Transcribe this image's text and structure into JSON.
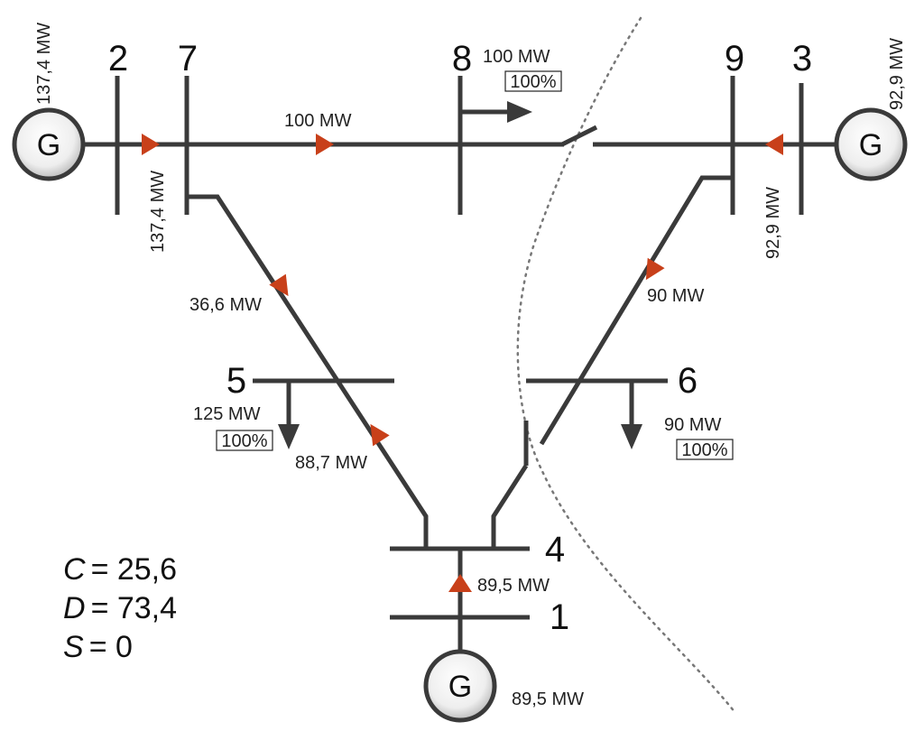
{
  "buses": {
    "b1": "1",
    "b2": "2",
    "b3": "3",
    "b4": "4",
    "b5": "5",
    "b6": "6",
    "b7": "7",
    "b8": "8",
    "b9": "9"
  },
  "generators": {
    "g1_symbol": "G",
    "g2_symbol": "G",
    "g3_symbol": "G"
  },
  "flows": {
    "gen2_output": "137,4 MW",
    "line_2_7": "137,4 MW",
    "line_7_8": "100 MW",
    "gen3_output": "92,9 MW",
    "line_3_9": "92,9 MW",
    "line_7_5": "36,6 MW",
    "line_4_5": "88,7 MW",
    "line_9_6": "90 MW",
    "line_1_4": "89,5 MW",
    "gen1_output": "89,5 MW"
  },
  "loads": {
    "bus8_load": "100 MW",
    "bus8_pct": "100%",
    "bus5_load": "125 MW",
    "bus5_pct": "100%",
    "bus6_load": "90 MW",
    "bus6_pct": "100%"
  },
  "metrics": {
    "c_symbol": "C",
    "c_value": "= 25,6",
    "d_symbol": "D",
    "d_value": "= 73,4",
    "s_symbol": "S",
    "s_value": "= 0"
  },
  "colors": {
    "line": "#3a3a3a",
    "flow_arrow": "#c8401a",
    "cut_line": "#777777"
  }
}
